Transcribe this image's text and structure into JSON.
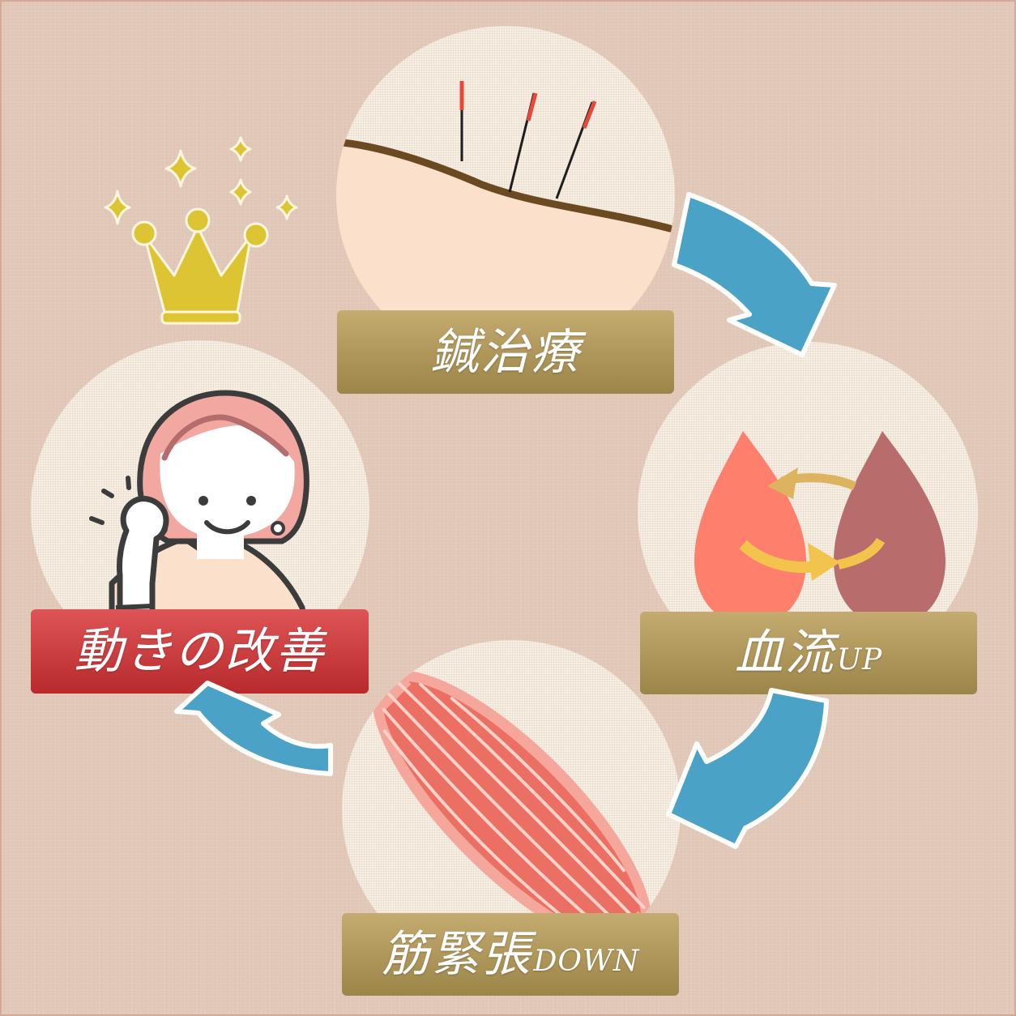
{
  "diagram": {
    "type": "cycle",
    "steps": [
      {
        "id": "acupuncture",
        "label": "鍼治療",
        "suffix": "",
        "position": "top",
        "label_color": "gold",
        "icon": "acupuncture-needles-icon"
      },
      {
        "id": "blood-flow",
        "label": "血流",
        "suffix": "UP",
        "position": "right",
        "label_color": "gold",
        "icon": "blood-drops-circulation-icon"
      },
      {
        "id": "muscle-tension",
        "label": "筋緊張",
        "suffix": "DOWN",
        "position": "bottom",
        "label_color": "gold",
        "icon": "muscle-icon"
      },
      {
        "id": "movement",
        "label": "動きの改善",
        "suffix": "",
        "position": "left",
        "label_color": "red",
        "icon": "happy-woman-icon"
      }
    ],
    "arrows": [
      {
        "from": "acupuncture",
        "to": "blood-flow",
        "icon": "curved-arrow-down-right-icon"
      },
      {
        "from": "blood-flow",
        "to": "muscle-tension",
        "icon": "curved-arrow-down-left-icon"
      },
      {
        "from": "muscle-tension",
        "to": "movement",
        "icon": "curved-arrow-up-left-icon"
      }
    ],
    "decoration": {
      "icon": "crown-with-sparkles-icon"
    }
  },
  "colors": {
    "background": "#e2c8b8",
    "circle": "#f7f0e6",
    "gold_label_top": "#c4ab70",
    "gold_label_bottom": "#9c8549",
    "red_label_top": "#de5556",
    "red_label_bottom": "#b82a2c",
    "arrow": "#4aa3c7",
    "crown": "#dcc433",
    "skin": "#fbe1cc",
    "needle_tip": "#e8483a",
    "blood_light": "#fe7f6b",
    "blood_dark": "#b86d6c",
    "circulation_arrow": "#f2c34d",
    "muscle": "#ec6f63",
    "hair": "#f2a7a0"
  }
}
